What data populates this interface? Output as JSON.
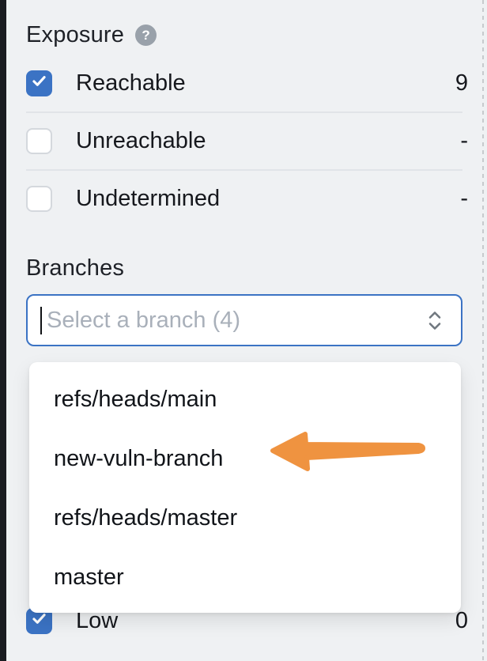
{
  "colors": {
    "accent_blue": "#3b73c4",
    "panel_bg": "#eff1f3",
    "arrow_orange": "#ef9340",
    "help_gray": "#99a1aa"
  },
  "exposure": {
    "title": "Exposure",
    "rows": [
      {
        "label": "Reachable",
        "count": "9",
        "checked": true
      },
      {
        "label": "Unreachable",
        "count": "-",
        "checked": false
      },
      {
        "label": "Undetermined",
        "count": "-",
        "checked": false
      }
    ]
  },
  "branches": {
    "title": "Branches",
    "select_placeholder": "Select a branch (4)",
    "options": [
      "refs/heads/main",
      "new-vuln-branch",
      "refs/heads/master",
      "master"
    ]
  },
  "severity_partial_row": {
    "label": "Low",
    "count": "0",
    "checked": true
  }
}
